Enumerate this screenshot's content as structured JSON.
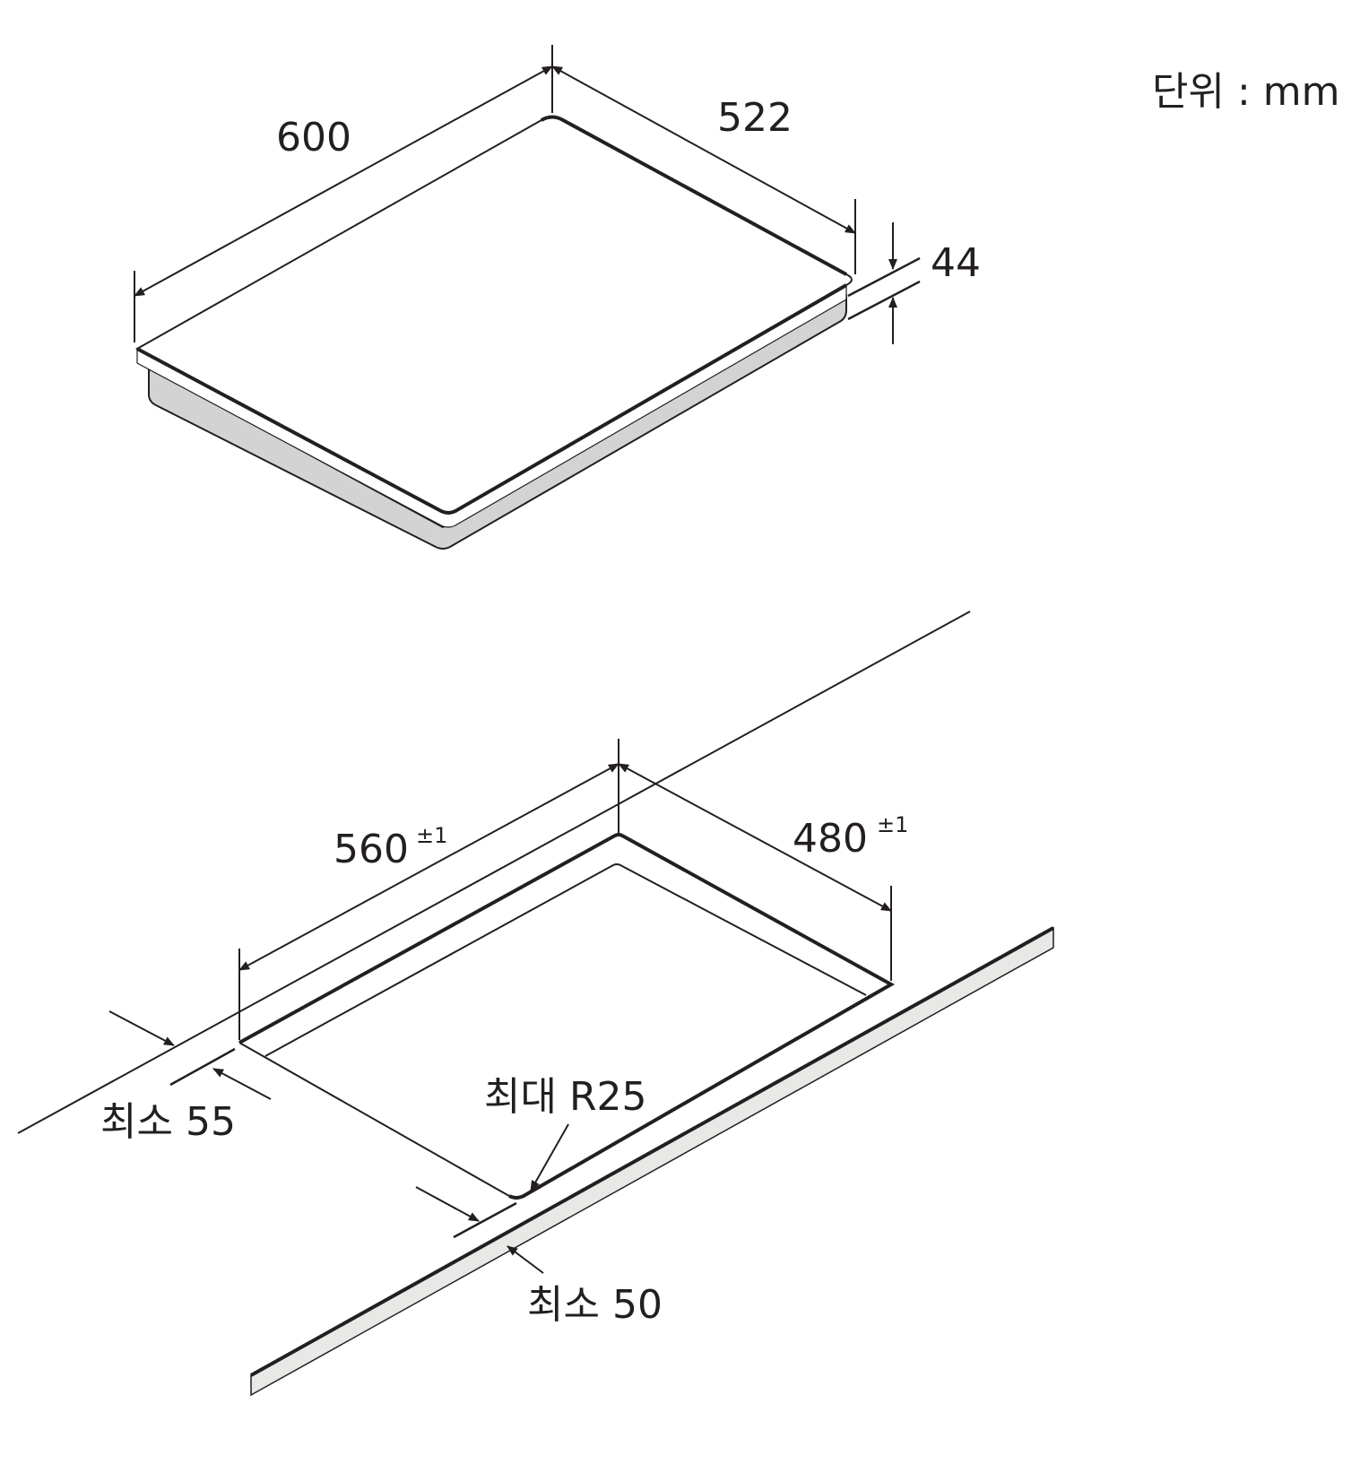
{
  "unit_label": "단위 : mm",
  "cooktop": {
    "width": "600",
    "depth": "522",
    "height": "44"
  },
  "cutout": {
    "width": "560",
    "width_tolerance": "±1",
    "depth": "480",
    "depth_tolerance": "±1",
    "corner_radius": "최대 R25",
    "min_back_clearance": "최소 55",
    "min_front_clearance": "최소 50"
  },
  "colors": {
    "line": "#231f20",
    "side_fill": "#d4d3d3",
    "counter_edge_fill": "#e8e8e6"
  }
}
